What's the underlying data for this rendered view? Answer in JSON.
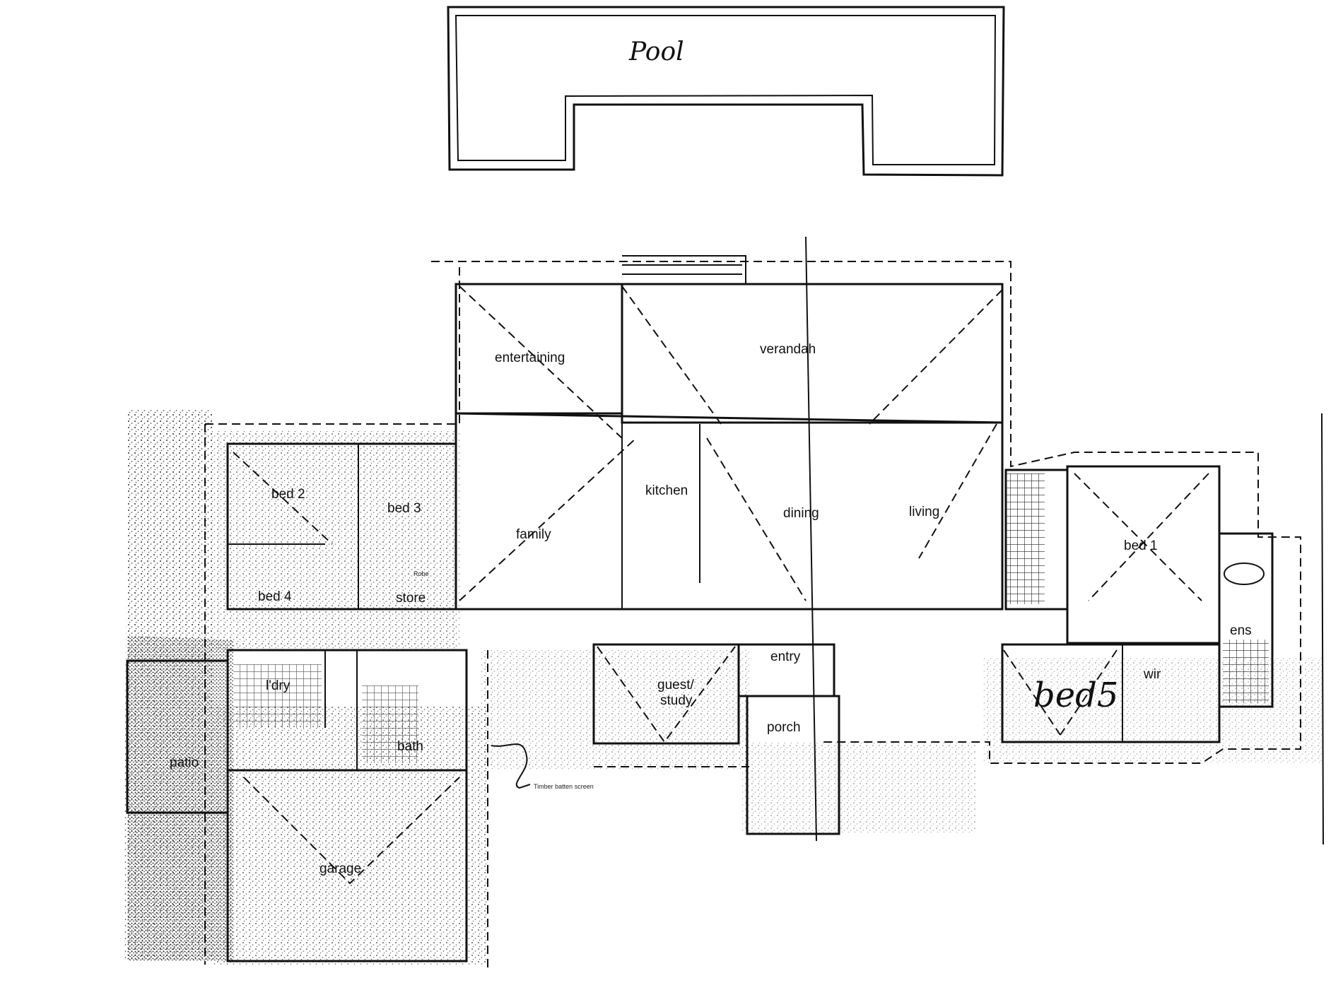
{
  "rooms": {
    "pool": "Pool",
    "entertaining": "entertaining",
    "verandah": "verandah",
    "bed2": "bed 2",
    "bed3": "bed 3",
    "bed4": "bed 4",
    "family": "family",
    "kitchen": "kitchen",
    "dining": "dining",
    "living": "living",
    "bed1": "bed 1",
    "store": "store",
    "robe": "Robe",
    "ldry": "l'dry",
    "bath": "bath",
    "guest_study": [
      "guest/",
      "study"
    ],
    "entry": "entry",
    "porch": "porch",
    "bed5": "bed5",
    "wir": "wir",
    "ens": "ens",
    "patio": "patio",
    "garage": "garage"
  },
  "notes": {
    "timber_batten": "Timber batten screen"
  }
}
